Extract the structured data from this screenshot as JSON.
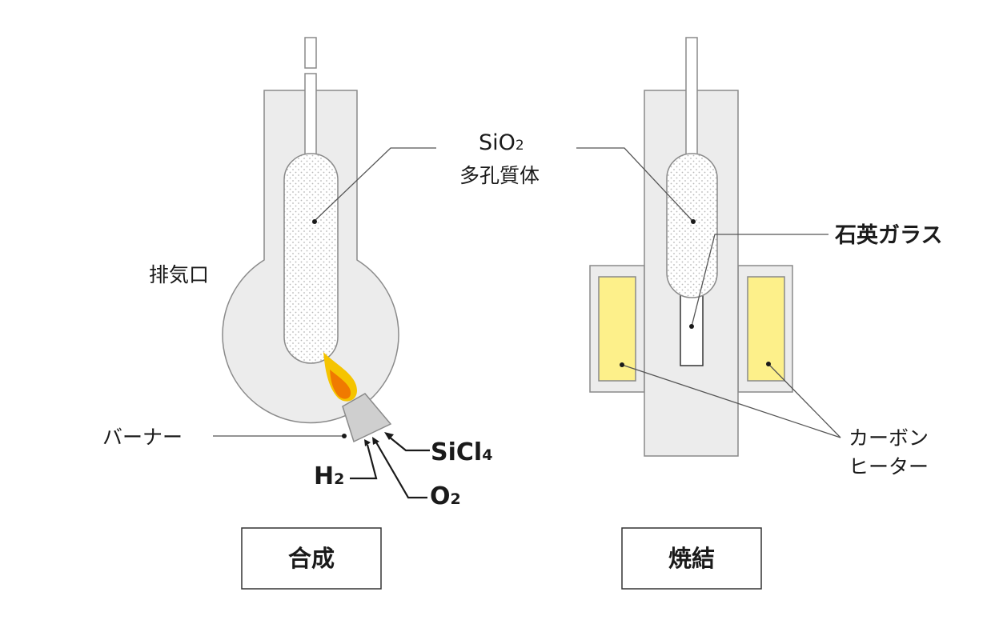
{
  "labels": {
    "sio2_main": "SiO",
    "sio2_sub": "2",
    "porous_body": "多孔質体",
    "exhaust_port": "排気口",
    "burner": "バーナー",
    "sicl_main": "SiCl",
    "sicl_sub": "4",
    "h2_main": "H",
    "h2_sub": "2",
    "o2_main": "O",
    "o2_sub": "2",
    "quartz_glass": "石英ガラス",
    "carbon_heater_line1": "カーボン",
    "carbon_heater_line2": "ヒーター"
  },
  "stages": {
    "synthesis": "合成",
    "sintering": "焼結"
  },
  "colors": {
    "apparatus_fill": "#ececec",
    "apparatus_stroke": "#8a8a8a",
    "porous_dot": "#b8b8b8",
    "heater_fill": "#fdf08a",
    "flame_outer": "#f5c400",
    "flame_inner": "#f07a00",
    "leader_line": "#555555"
  }
}
